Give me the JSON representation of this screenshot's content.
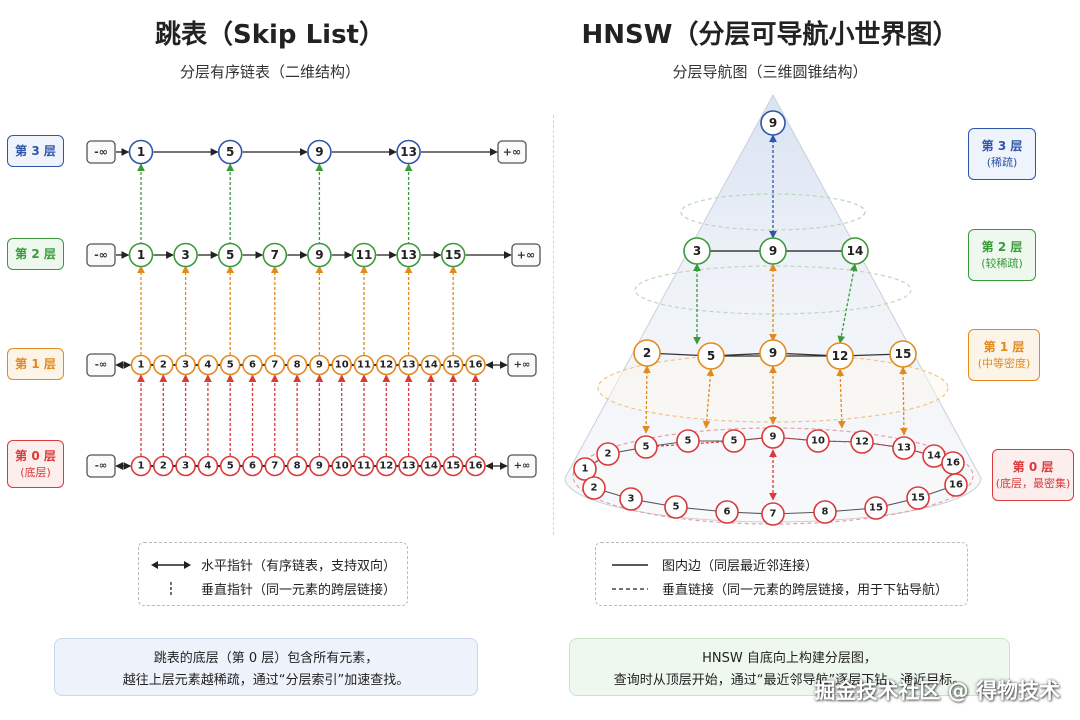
{
  "left": {
    "title": "跳表（Skip List）",
    "subtitle": "分层有序链表（二维结构）",
    "levels": [
      {
        "label": "第 3 层",
        "sub": "",
        "nodes": [
          "-∞",
          "1",
          "5",
          "9",
          "13",
          "+∞"
        ]
      },
      {
        "label": "第 2 层",
        "sub": "",
        "nodes": [
          "-∞",
          "1",
          "3",
          "5",
          "7",
          "9",
          "11",
          "13",
          "15",
          "+∞"
        ]
      },
      {
        "label": "第 1 层",
        "sub": "",
        "nodes": [
          "-∞",
          "1",
          "2",
          "3",
          "4",
          "5",
          "6",
          "7",
          "8",
          "9",
          "10",
          "11",
          "12",
          "13",
          "14",
          "15",
          "16",
          "+∞"
        ]
      },
      {
        "label": "第 0 层",
        "sub": "(底层)",
        "nodes": [
          "-∞",
          "1",
          "2",
          "3",
          "4",
          "5",
          "6",
          "7",
          "8",
          "9",
          "10",
          "11",
          "12",
          "13",
          "14",
          "15",
          "16",
          "+∞"
        ]
      }
    ],
    "legend": {
      "horizontal": "水平指针（有序链表，支持双向）",
      "vertical": "垂直指针（同一元素的跨层链接）"
    },
    "summary": {
      "line1": "跳表的底层（第 0 层）包含所有元素，",
      "line2": "越往上层元素越稀疏，通过“分层索引”加速查找。"
    }
  },
  "right": {
    "title": "HNSW（分层可导航小世界图）",
    "subtitle": "分层导航图（三维圆锥结构）",
    "levels": [
      {
        "label": "第 3 层",
        "sub": "(稀疏)",
        "nodes": [
          "9"
        ]
      },
      {
        "label": "第 2 层",
        "sub": "(较稀疏)",
        "nodes": [
          "3",
          "9",
          "14"
        ]
      },
      {
        "label": "第 1 层",
        "sub": "(中等密度)",
        "nodes": [
          "2",
          "5",
          "9",
          "12",
          "15"
        ]
      },
      {
        "label": "第 0 层",
        "sub": "(底层，最密集)",
        "nodes": [
          "2",
          "5",
          "5",
          "5",
          "9",
          "10",
          "12",
          "13",
          "14",
          "16",
          "1",
          "2",
          "3",
          "5",
          "6",
          "7",
          "8",
          "15",
          "15",
          "16"
        ]
      }
    ],
    "legend": {
      "solid": "图内边（同层最近邻连接）",
      "dashed": "垂直链接（同一元素的跨层链接，用于下钻导航）"
    },
    "summary": {
      "line1": "HNSW 自底向上构建分层图，",
      "line2": "查询时从顶层开始，通过“最近邻导航”逐层下钻，通近目标。"
    }
  },
  "watermark": "掘金技术社区 @ 得物技术",
  "colors": {
    "level3": "#2f56a8",
    "level2": "#3a9a3a",
    "level1": "#e38a1e",
    "level0": "#d93a3a",
    "sentinel": "#555555"
  }
}
